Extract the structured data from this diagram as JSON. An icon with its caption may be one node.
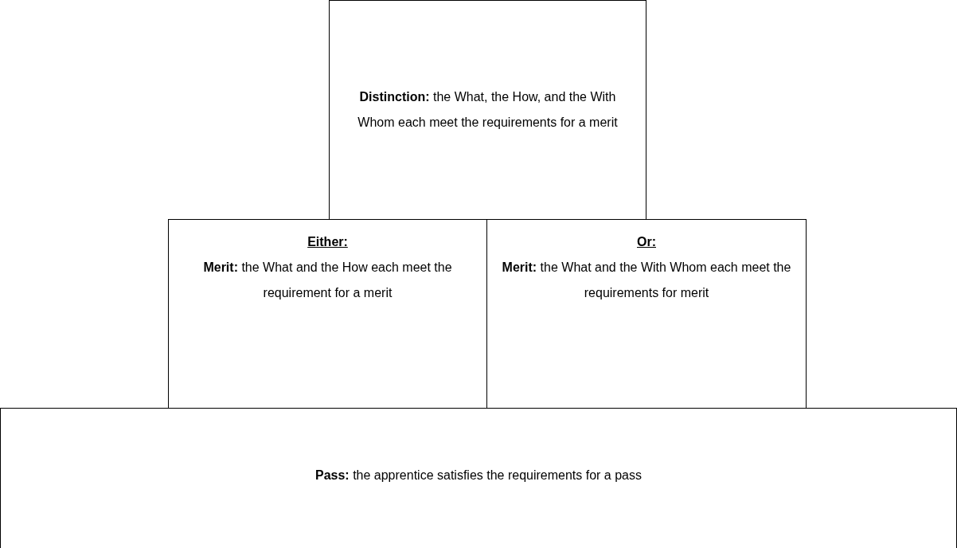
{
  "diagram": {
    "nodes": [
      {
        "text": [
          "**Distinction:** the What, the How, and the With Whom each meet the requirements for a merit"
        ]
      },
      {
        "text": [
          "Either:",
          "**Merit:** the What and the How each meet the requirement for a merit"
        ]
      },
      {
        "text": [
          "Or:",
          "**Merit:** the What and the With Whom each meet the requirements for merit"
        ]
      },
      {
        "text": [
          "**Pass:** the apprentice satisfies the requirements for a pass"
        ]
      }
    ],
    "edges": []
  }
}
